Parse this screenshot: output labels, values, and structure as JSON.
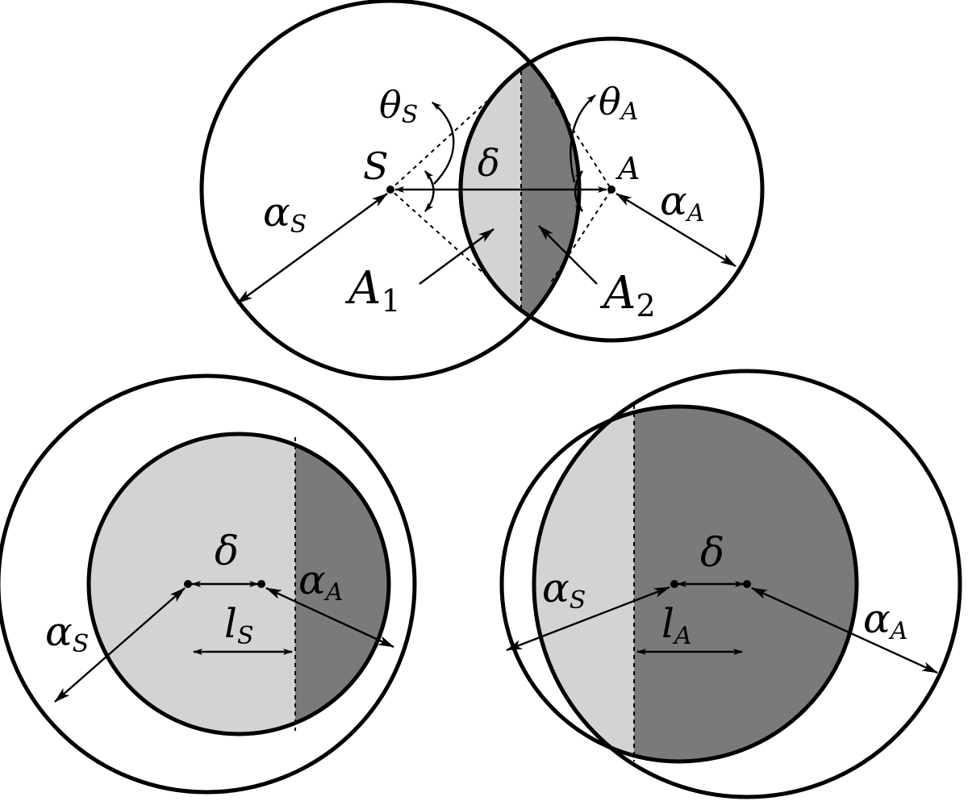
{
  "colors": {
    "light_gray": "#d3d3d3",
    "dark_gray": "#7a7a7a",
    "stroke": "#000000",
    "background": "#ffffff"
  },
  "panel_top": {
    "theta_s": {
      "symbol": "θ",
      "sub": "S"
    },
    "theta_a": {
      "symbol": "θ",
      "sub": "A"
    },
    "point_s": "S",
    "point_a": "A",
    "delta": "δ",
    "alpha_s": {
      "symbol": "α",
      "sub": "S"
    },
    "alpha_a": {
      "symbol": "α",
      "sub": "A"
    },
    "area_1": {
      "symbol": "A",
      "sub": "1"
    },
    "area_2": {
      "symbol": "A",
      "sub": "2"
    }
  },
  "panel_left": {
    "delta": "δ",
    "alpha_s": {
      "symbol": "α",
      "sub": "S"
    },
    "alpha_a": {
      "symbol": "α",
      "sub": "A"
    },
    "l_s": {
      "symbol": "l",
      "sub": "S"
    }
  },
  "panel_right": {
    "delta": "δ",
    "alpha_s": {
      "symbol": "α",
      "sub": "S"
    },
    "alpha_a": {
      "symbol": "α",
      "sub": "A"
    },
    "l_a": {
      "symbol": "l",
      "sub": "A"
    }
  }
}
